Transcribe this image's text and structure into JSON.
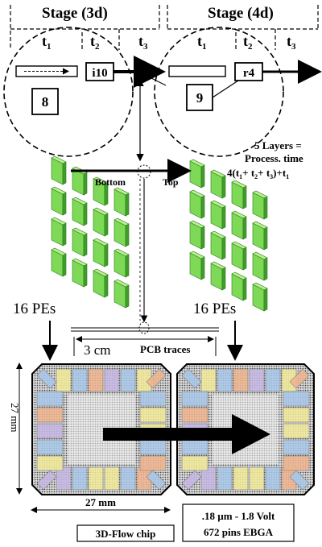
{
  "stages": [
    {
      "title": "Stage (3d)",
      "t1": "t",
      "t1_sub": "1",
      "t2": "t",
      "t2_sub": "2",
      "t3": "t",
      "t3_sub": "3",
      "register_label": "i10",
      "node_number": "8"
    },
    {
      "title": "Stage (4d)",
      "t1": "t",
      "t1_sub": "1",
      "t2": "t",
      "t2_sub": "2",
      "t3": "t",
      "t3_sub": "3",
      "register_label": "r4",
      "node_number": "9"
    }
  ],
  "layers_note": {
    "line1": "5 Layers =",
    "line2": "Process. time",
    "formula_prefix": "4(t",
    "sub1": "1",
    "plus1": "+ t",
    "sub2": "2",
    "plus2": "+ t",
    "sub3": "3",
    "formula_suffix": ")+t",
    "sub4": "1"
  },
  "bottom_label": "Bottom",
  "top_label": "Top",
  "pe_left": "16 PEs",
  "pe_right": "16 PEs",
  "distance_label": "3 cm",
  "pcb_label": "PCB traces",
  "chip_height_label": "27 mm",
  "chip_width_label": "27 mm",
  "chip_name": "3D-Flow chip",
  "spec_line1": ".18 µm - 1.8 Volt",
  "spec_line2": "672 pins EBGA",
  "colors": {
    "pe_face": "#7ed957",
    "pe_side": "#3f9e2a",
    "pe_top": "#b7f08f",
    "cell_yellow": "#f2eb9a",
    "cell_blue": "#a9c8ea",
    "cell_orange": "#f0b58f",
    "cell_purple": "#c6b8e6",
    "chip_bg": "#c9c9c9"
  }
}
